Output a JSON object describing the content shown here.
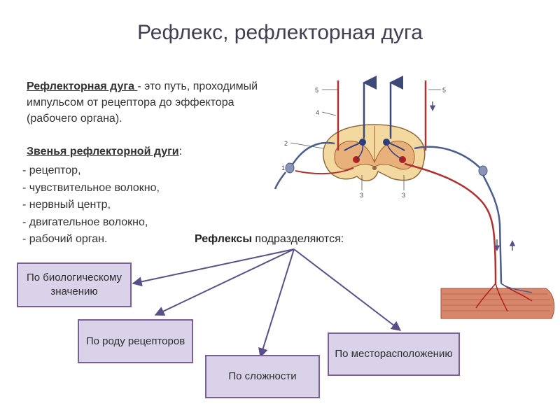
{
  "title": "Рефлекс,  рефлекторная дуга",
  "definition": {
    "term": "Рефлекторная дуга ",
    "text": "- это путь, проходимый импульсом от рецептора до эффектора (рабочего органа)."
  },
  "links": {
    "heading": "Звенья рефлекторной дуги",
    "heading_suffix": ":",
    "items": [
      "рецептор,",
      "чувствительное волокно,",
      "нервный центр,",
      "двигательное волокно,",
      "рабочий орган."
    ]
  },
  "subdivision": {
    "bold": "Рефлексы",
    "rest": " подразделяются:"
  },
  "categories": [
    "По биологическому значению",
    "По роду рецепторов",
    "По сложности",
    "По месторасположению"
  ],
  "figure_labels": [
    "5",
    "4",
    "2",
    "1",
    "3",
    "3",
    "5"
  ],
  "colors": {
    "box_fill": "#d9d2e8",
    "box_border": "#7b5f98",
    "arrow": "#5a4f8a",
    "sensory_nerve": "#4a5d8c",
    "motor_nerve": "#b03030",
    "spinal_cord": "#f3d9a0"
  }
}
